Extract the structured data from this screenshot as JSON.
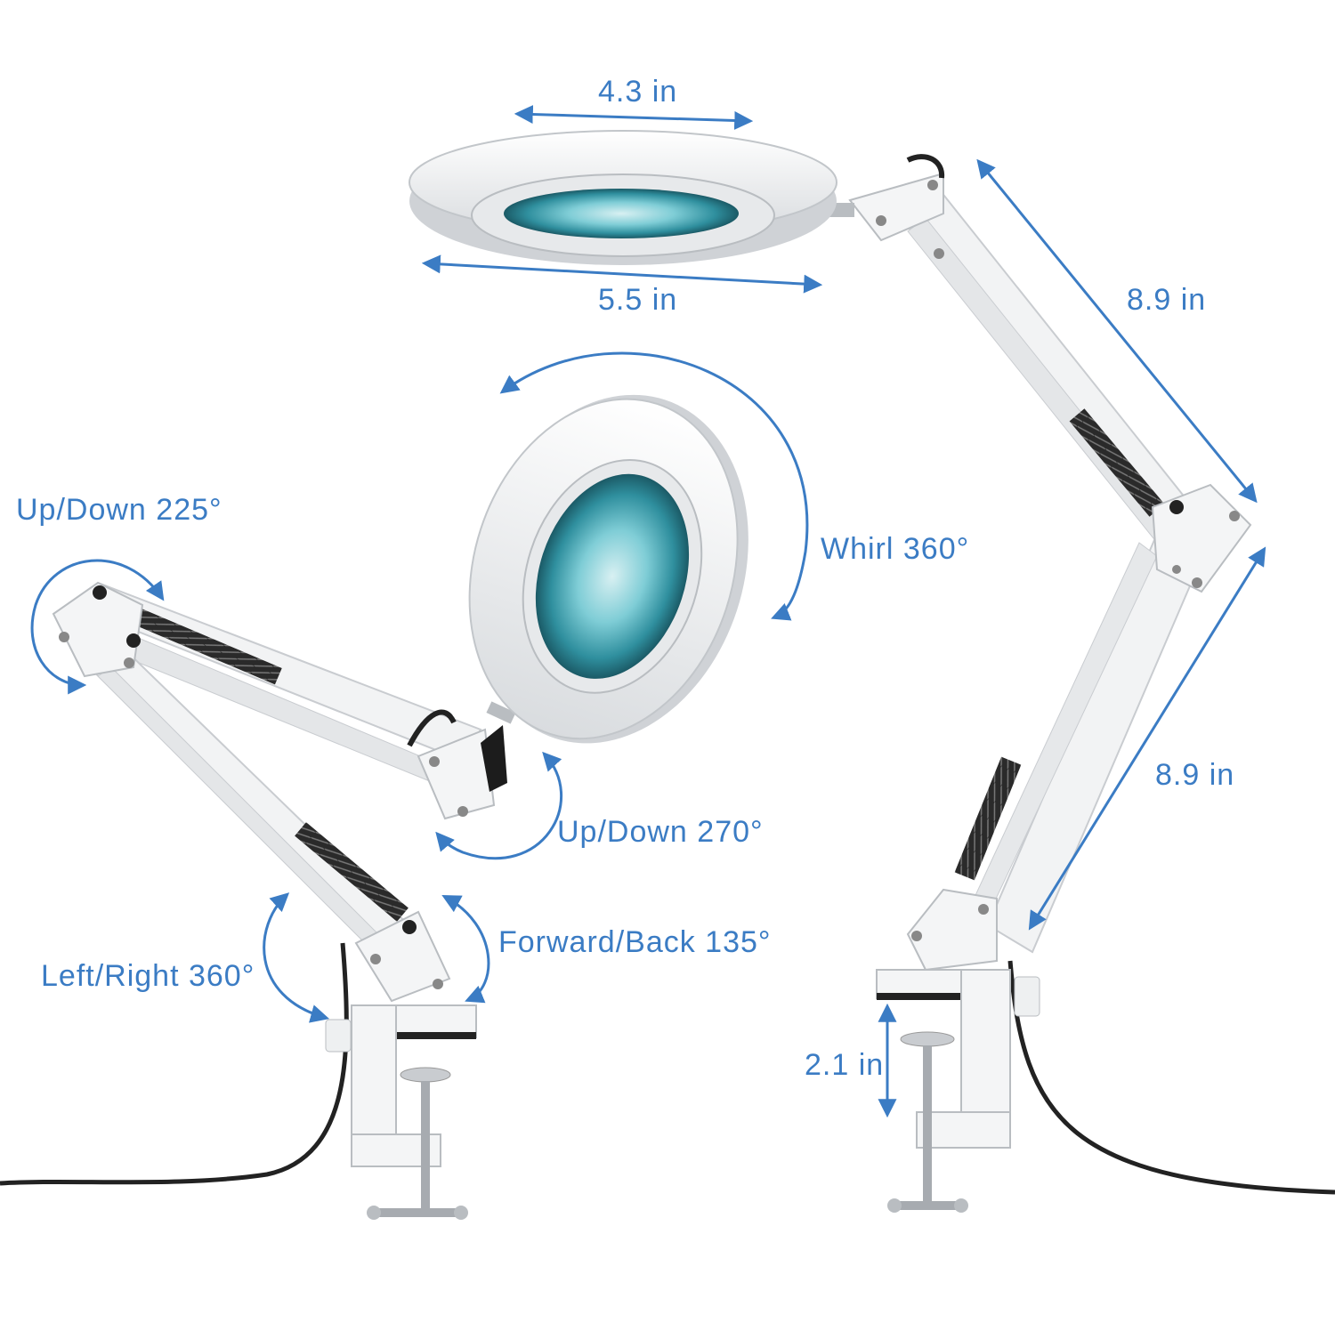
{
  "labels": {
    "lens_inner_width": "4.3 in",
    "lens_outer_width": "5.5 in",
    "upper_arm_length": "8.9 in",
    "lower_arm_length": "8.9 in",
    "head_up_down": "Up/Down 225°",
    "whirl": "Whirl 360°",
    "lens_up_down": "Up/Down 270°",
    "forward_back": "Forward/Back 135°",
    "left_right": "Left/Right 360°",
    "clamp_height": "2.1 in"
  },
  "colors": {
    "annotation_blue": "#3b7cc4",
    "lamp_white": "#f2f3f4",
    "lamp_shadow": "#c9ccd0",
    "spring_black": "#1c1c1c",
    "lens_teal": "#4fb3c0",
    "cable_black": "#222222",
    "background": "#ffffff"
  }
}
